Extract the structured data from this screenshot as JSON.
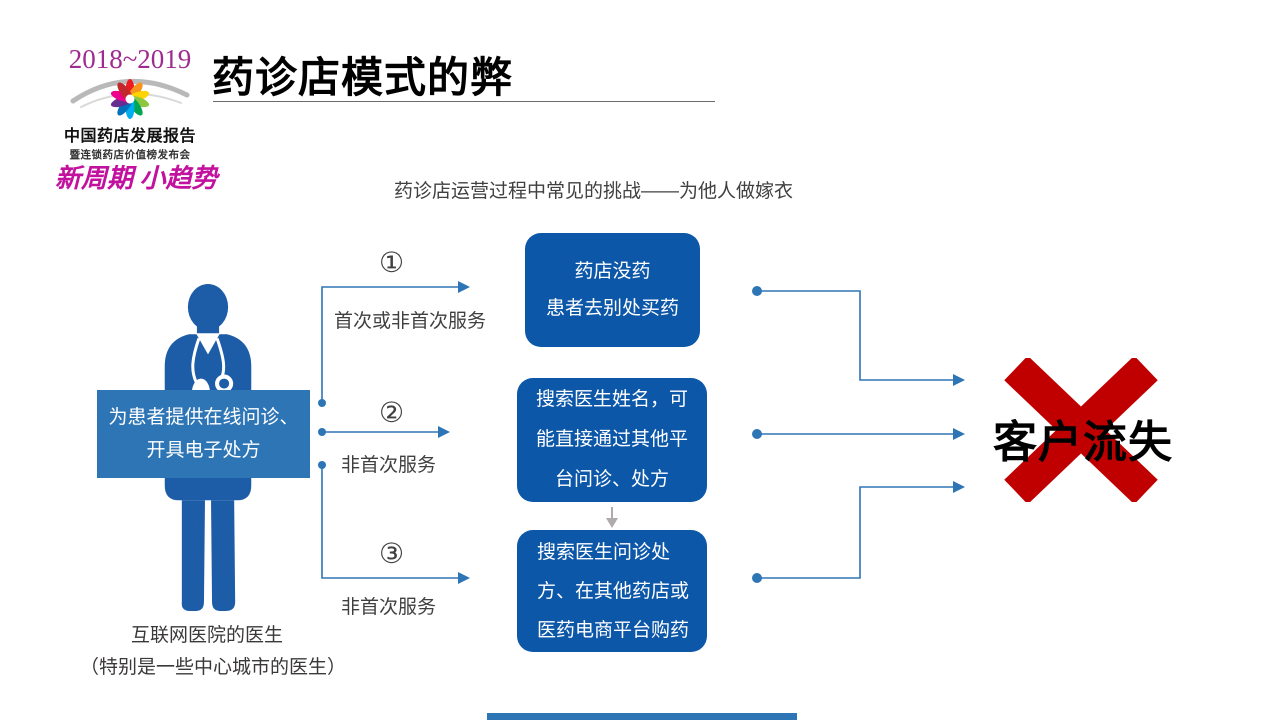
{
  "logo": {
    "years": "2018~2019",
    "org_line1": "中国药店发展报告",
    "org_line2": "暨连锁药店价值榜发布会",
    "slogan": "新周期 小趋势"
  },
  "header": {
    "title": "药诊店模式的弊"
  },
  "subtitle": "药诊店运营过程中常见的挑战——为他人做嫁衣",
  "doctor": {
    "overlay_line1": "为患者提供在线问诊、",
    "overlay_line2": "开具电子处方",
    "caption_line1": "互联网医院的医生",
    "caption_line2": "（特别是一些中心城市的医生）"
  },
  "paths": [
    {
      "num": "①",
      "label": "首次或非首次服务"
    },
    {
      "num": "②",
      "label": "非首次服务"
    },
    {
      "num": "③",
      "label": "非首次服务"
    }
  ],
  "boxes": [
    {
      "lines": [
        "药店没药",
        "患者去别处买药"
      ]
    },
    {
      "lines": [
        "搜索医生姓名，可",
        "能直接通过其他平",
        "台问诊、处方"
      ]
    },
    {
      "lines": [
        "搜索医生问诊处",
        "方、在其他药店或",
        "医药电商平台购药"
      ]
    }
  ],
  "result": {
    "label": "客户流失"
  },
  "colors": {
    "box_blue": "#0D57A8",
    "overlay_blue": "#2E75B6",
    "silhouette_blue": "#1D5CA7",
    "connector_blue": "#2E75B6",
    "x_red": "#C00000",
    "logo_magenta": "#9E2B90",
    "slogan_magenta": "#C2119E",
    "text_gray": "#404040"
  }
}
